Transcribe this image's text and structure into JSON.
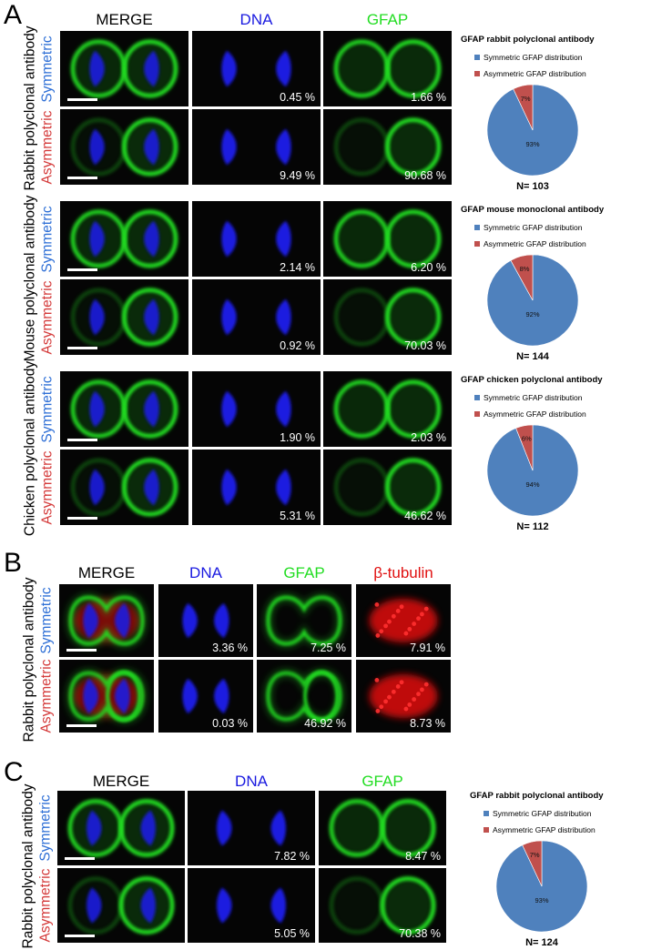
{
  "colors": {
    "symmetric": "#4f81bd",
    "asymmetric": "#c0504d",
    "dna": "#1a1ae0",
    "gfap": "#22dd22",
    "tubulin": "#e01010",
    "label_blue": "#2e6fd6",
    "label_red": "#d43a3a"
  },
  "panels": {
    "a": {
      "letter": "A",
      "headers": [
        "MERGE",
        "DNA",
        "GFAP"
      ],
      "groups": [
        {
          "antibody_label": "Rabbit polyclonal antibody",
          "sym_label": "Symmetric",
          "asym_label": "Asymmetric",
          "sym_pcts": [
            "0.45 %",
            "1.66 %"
          ],
          "asym_pcts": [
            "9.49 %",
            "90.68 %"
          ],
          "pie": {
            "title": "GFAP rabbit polyclonal antibody",
            "legend_sym": "Symmetric GFAP distribution",
            "legend_asym": "Asymmetric GFAP distribution",
            "n_label": "N= 103"
          }
        },
        {
          "antibody_label": "Mouse polyclonal antibody",
          "sym_label": "Symmetric",
          "asym_label": "Asymmetric",
          "sym_pcts": [
            "2.14 %",
            "6.20 %"
          ],
          "asym_pcts": [
            "0.92 %",
            "70.03 %"
          ],
          "pie": {
            "title": "GFAP mouse monoclonal antibody",
            "legend_sym": "Symmetric GFAP distribution",
            "legend_asym": "Asymmetric GFAP distribution",
            "n_label": "N= 144"
          }
        },
        {
          "antibody_label": "Chicken polyclonal antibody",
          "sym_label": "Symmetric",
          "asym_label": "Asymmetric",
          "sym_pcts": [
            "1.90 %",
            "2.03 %"
          ],
          "asym_pcts": [
            "5.31 %",
            "46.62 %"
          ],
          "pie": {
            "title": "GFAP chicken polyclonal antibody",
            "legend_sym": "Symmetric GFAP distribution",
            "legend_asym": "Asymmetric GFAP distribution",
            "n_label": "N= 112"
          }
        }
      ]
    },
    "b": {
      "letter": "B",
      "headers": [
        "MERGE",
        "DNA",
        "GFAP",
        "β-tubulin"
      ],
      "antibody_label": "Rabbit polyclonal antibody",
      "sym_label": "Symmetric",
      "asym_label": "Asymmetric",
      "sym_pcts": [
        "3.36 %",
        "7.25 %",
        "7.91 %"
      ],
      "asym_pcts": [
        "0.03 %",
        "46.92 %",
        "8.73 %"
      ]
    },
    "c": {
      "letter": "C",
      "headers": [
        "MERGE",
        "DNA",
        "GFAP"
      ],
      "antibody_label": "Rabbit polyclonal antibody",
      "sym_label": "Symmetric",
      "asym_label": "Asymmetric",
      "sym_pcts": [
        "7.82 %",
        "8.47 %"
      ],
      "asym_pcts": [
        "5.05 %",
        "70.38 %"
      ],
      "pie": {
        "title": "GFAP rabbit polyclonal antibody",
        "legend_sym": "Symmetric GFAP distribution",
        "legend_asym": "Asymmetric GFAP distribution",
        "n_label": "N= 124"
      }
    }
  },
  "chart_data": [
    {
      "type": "pie",
      "title": "GFAP rabbit polyclonal antibody",
      "categories": [
        "Symmetric GFAP distribution",
        "Asymmetric GFAP distribution"
      ],
      "values": [
        93,
        7
      ],
      "value_labels": [
        "93%",
        "7%"
      ],
      "legend": "top",
      "n": "N= 103"
    },
    {
      "type": "pie",
      "title": "GFAP mouse monoclonal antibody",
      "categories": [
        "Symmetric GFAP distribution",
        "Asymmetric GFAP distribution"
      ],
      "values": [
        92,
        8
      ],
      "value_labels": [
        "92%",
        "8%"
      ],
      "legend": "top",
      "n": "N= 144"
    },
    {
      "type": "pie",
      "title": "GFAP chicken polyclonal antibody",
      "categories": [
        "Symmetric GFAP distribution",
        "Asymmetric GFAP distribution"
      ],
      "values": [
        94,
        6
      ],
      "value_labels": [
        "94%",
        "6%"
      ],
      "legend": "top",
      "n": "N= 112"
    },
    {
      "type": "pie",
      "title": "GFAP rabbit polyclonal antibody",
      "categories": [
        "Symmetric GFAP distribution",
        "Asymmetric GFAP distribution"
      ],
      "values": [
        93,
        7
      ],
      "value_labels": [
        "93%",
        "7%"
      ],
      "legend": "top",
      "n": "N= 124"
    }
  ]
}
